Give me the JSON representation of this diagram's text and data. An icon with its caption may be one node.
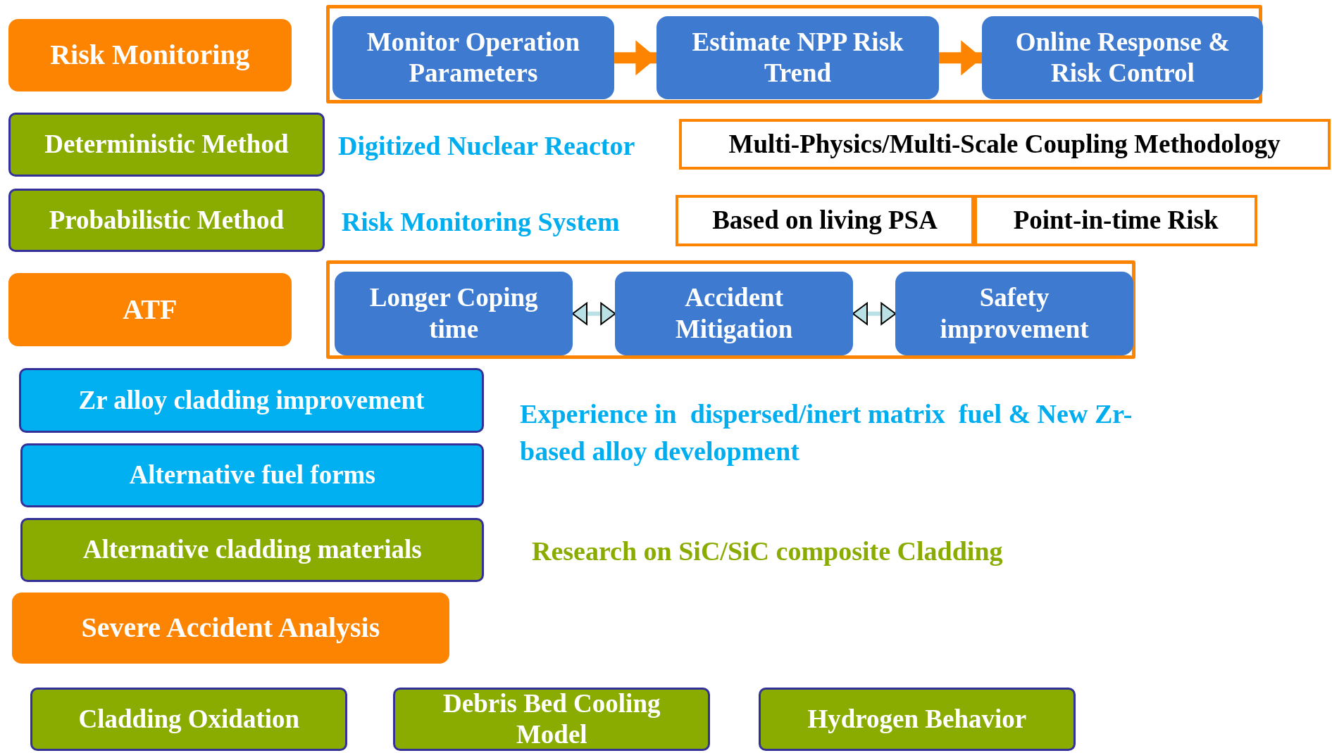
{
  "diagram": {
    "nodes": [
      {
        "text": [
          "Risk Monitoring"
        ]
      },
      {
        "text": [],
        "shape": "box"
      },
      {
        "text": [
          "Monitor Operation Parameters"
        ],
        "in": 1
      },
      {
        "text": [
          "Estimate NPP Risk Trend"
        ],
        "in": 1
      },
      {
        "text": [
          "Online Response & Risk Control"
        ],
        "in": 1
      },
      {
        "text": [
          "Deterministic Method"
        ]
      },
      {
        "text": [
          "Multi-Physics/Multi-Scale Coupling Methodology"
        ]
      },
      {
        "text": [
          "Probabilistic Method"
        ]
      },
      {
        "text": [
          "Based on living PSA"
        ]
      },
      {
        "text": [
          "Point-in-time Risk"
        ]
      },
      {
        "text": [
          "ATF"
        ]
      },
      {
        "text": [],
        "shape": "box"
      },
      {
        "text": [
          "Longer Coping time"
        ],
        "in": 11
      },
      {
        "text": [
          "Accident Mitigation"
        ],
        "in": 11
      },
      {
        "text": [
          "Safety improvement"
        ],
        "in": 11
      },
      {
        "text": [
          "Zr alloy cladding improvement"
        ]
      },
      {
        "text": [
          "Alternative fuel forms"
        ]
      },
      {
        "text": [
          "Alternative cladding materials"
        ]
      },
      {
        "text": [
          "Severe Accident Analysis"
        ]
      },
      {
        "text": [
          "Cladding Oxidation"
        ]
      },
      {
        "text": [
          "Debris Bed Cooling Model"
        ]
      },
      {
        "text": [
          "Hydrogen Behavior"
        ]
      }
    ],
    "edges": [
      {
        "from": 2,
        "to": 3,
        "arrow": "to",
        "style": "thick"
      },
      {
        "from": 3,
        "to": 4,
        "arrow": "to",
        "style": "thick"
      },
      {
        "from": 12,
        "to": 13,
        "arrow": "both",
        "color": "#b9e0e4"
      },
      {
        "from": 13,
        "to": 14,
        "arrow": "both",
        "color": "#b9e0e4"
      }
    ],
    "labels": [
      "Digitized Nuclear Reactor",
      "Risk Monitoring System",
      "Experience in  dispersed/inert matrix  fuel & New Zr-based alloy development",
      "Research on SiC/SiC composite Cladding"
    ]
  }
}
